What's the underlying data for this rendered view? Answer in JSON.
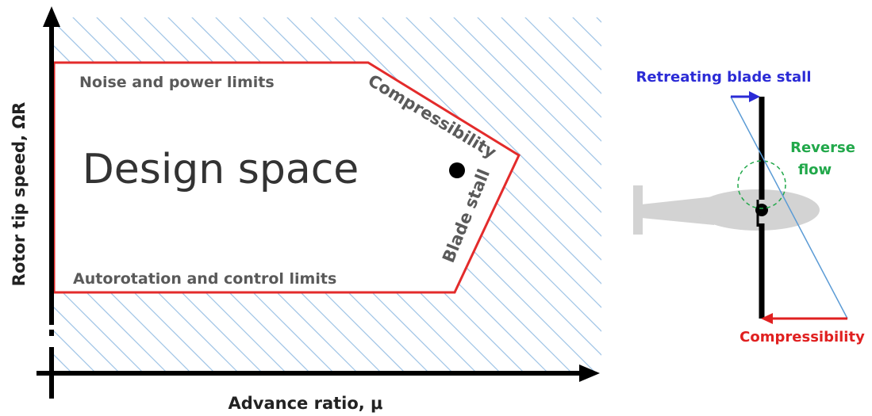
{
  "diagram": {
    "y_axis_label": "Rotor tip speed, ΩR",
    "x_axis_label": "Advance ratio, μ",
    "region_label": "Design space",
    "limits": {
      "top": "Noise and power limits",
      "bottom": "Autorotation and control limits",
      "compressibility": "Compressibility",
      "blade_stall": "Blade stall"
    }
  },
  "rotor_schematic": {
    "retreating_label": "Retreating blade stall",
    "reverse_flow_label": [
      "Reverse",
      "flow"
    ],
    "compressibility_label": "Compressibility"
  },
  "colors": {
    "boundary": "#e32b2b",
    "hatch": "#9fc4e6",
    "axis": "#000000",
    "retreating": "#2b2bd6",
    "reverse_flow": "#21a84a",
    "compressibility": "#e02020",
    "fuselage": "#d3d3d3",
    "label_gray": "#5a5a5a",
    "text_dark": "#333333"
  }
}
